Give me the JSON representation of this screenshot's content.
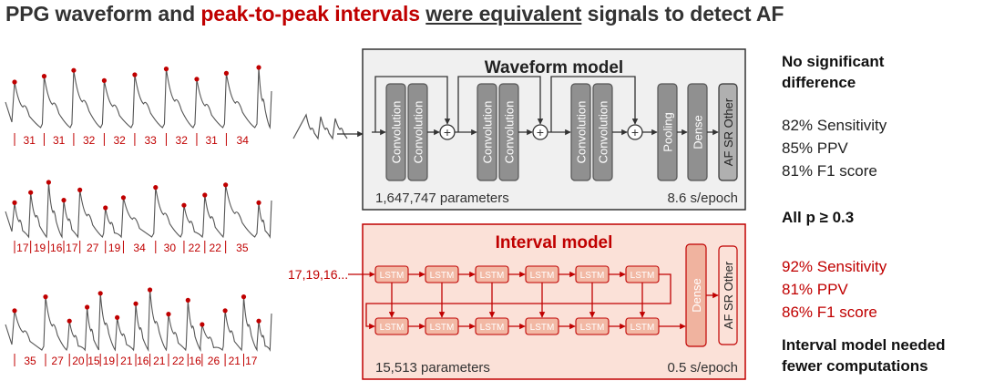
{
  "title": {
    "part1": "PPG waveform",
    "part2": " and ",
    "part3": "peak-to-peak intervals",
    "part4": " ",
    "part5": "were equivalent",
    "part6": " signals to detect AF"
  },
  "waveform_strips": [
    {
      "intervals": [
        "31",
        "31",
        "32",
        "32",
        "33",
        "32",
        "31",
        "34"
      ]
    },
    {
      "intervals": [
        "17",
        "19",
        "16",
        "17",
        "27",
        "19",
        "34",
        "30",
        "22",
        "22",
        "35"
      ]
    },
    {
      "intervals": [
        "35",
        "27",
        "20",
        "15",
        "19",
        "21",
        "16",
        "21",
        "22",
        "16",
        "26",
        "21",
        "17"
      ]
    }
  ],
  "waveform_model": {
    "title": "Waveform model",
    "blocks": [
      "Convolution",
      "Convolution",
      "Convolution",
      "Convolution",
      "Convolution",
      "Convolution",
      "Pooling",
      "Dense"
    ],
    "output_classes": "AF SR Other",
    "parameters": "1,647,747 parameters",
    "speed": "8.6 s/epoch",
    "add_symbol": "+"
  },
  "interval_model": {
    "title": "Interval model",
    "input_label": "17,19,16...",
    "lstm_label": "LSTM",
    "dense_label": "Dense",
    "output_classes": "AF SR Other",
    "parameters": "15,513 parameters",
    "speed": "0.5 s/epoch"
  },
  "results": {
    "no_sig_line1": "No significant",
    "no_sig_line2": "difference",
    "waveform_metrics": [
      "82% Sensitivity",
      "85% PPV",
      "81% F1 score"
    ],
    "p_value": "All p ≥ 0.3",
    "interval_metrics": [
      "92% Sensitivity",
      "81% PPV",
      "86% F1 score"
    ],
    "conclusion_line1": "Interval model needed",
    "conclusion_line2": "fewer computations"
  },
  "colors": {
    "red": "#c00000",
    "dark": "#333333",
    "waveform_panel_bg": "#f0f0f0",
    "interval_panel_bg": "#fbe1d8",
    "conv_block": "#909090",
    "lstm_block": "#f2b8a4"
  }
}
